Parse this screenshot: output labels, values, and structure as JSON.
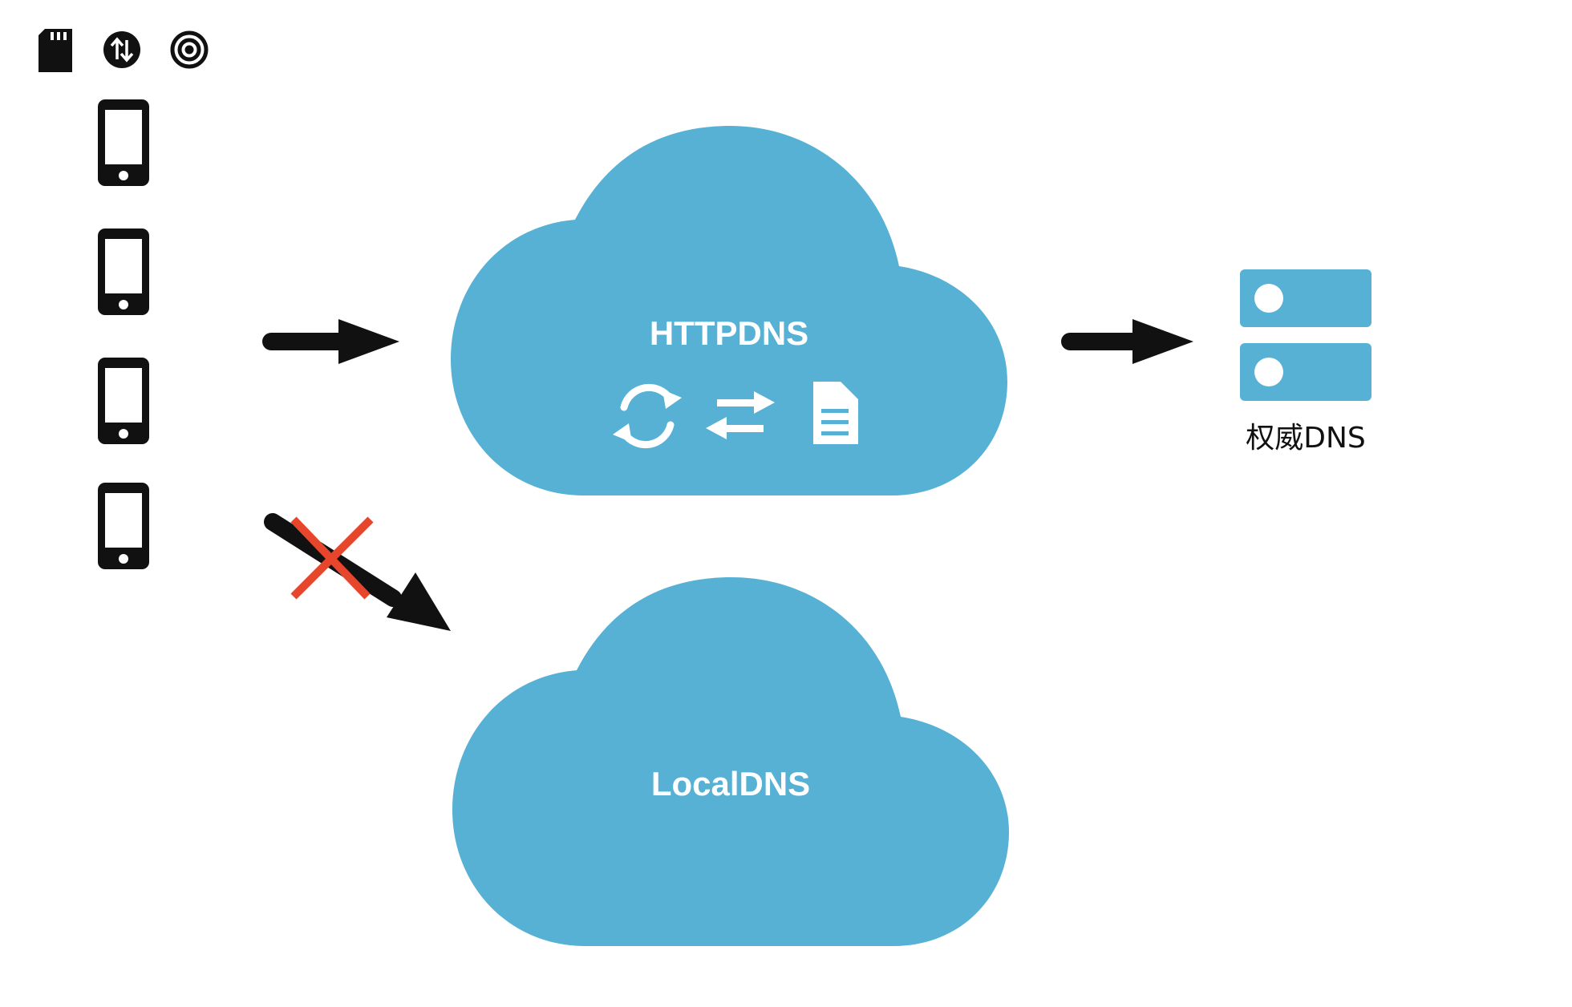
{
  "colors": {
    "cloud": "#56b1d4",
    "arrow": "#111111",
    "cross": "#e8462c",
    "icon": "#111111",
    "text_on_cloud": "#ffffff"
  },
  "toolbar_icons": [
    "sd-card-icon",
    "data-transfer-icon",
    "radar-icon"
  ],
  "clients": [
    {
      "icon": "smartphone-icon"
    },
    {
      "icon": "smartphone-icon"
    },
    {
      "icon": "smartphone-icon"
    },
    {
      "icon": "smartphone-icon"
    }
  ],
  "httpdns": {
    "title": "HTTPDNS",
    "icons": [
      "sync-icon",
      "exchange-arrows-icon",
      "document-icon"
    ]
  },
  "localdns": {
    "title": "LocalDNS"
  },
  "authoritative": {
    "caption": "权威DNS",
    "icon": "server-stack-icon"
  },
  "connections": [
    {
      "from": "clients",
      "to": "httpdns",
      "status": "allowed"
    },
    {
      "from": "clients",
      "to": "localdns",
      "status": "blocked"
    },
    {
      "from": "httpdns",
      "to": "authoritative",
      "status": "allowed"
    }
  ]
}
